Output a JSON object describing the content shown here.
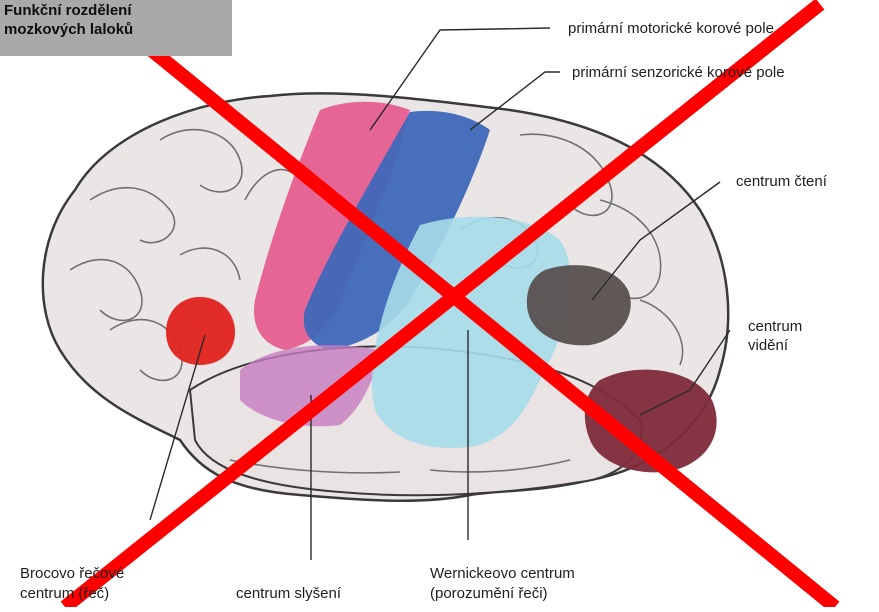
{
  "title": {
    "line1": "Funkční rozdělení",
    "line2": "mozkových laloků"
  },
  "labels": {
    "motor": "primární motorické korové pole",
    "sensory": "primární senzorické korové pole",
    "reading": "centrum čtení",
    "vision_line1": "centrum",
    "vision_line2": "vidění",
    "broca_line1": "Brocovo řečové",
    "broca_line2": "centrum (řeč)",
    "hearing": "centrum slyšení",
    "wernicke_line1": "Wernickeovo centrum",
    "wernicke_line2": "(porozumění řeči)"
  },
  "colors": {
    "cortex": "#ebe6e6",
    "outline": "#3a3a3a",
    "motor_area": "#e45a8e",
    "sensory_area": "#3f68b8",
    "reading_area": "#5b5352",
    "vision_area": "#7e2a3a",
    "broca_area": "#e2221c",
    "hearing_area": "#c57cc0",
    "wernicke_area": "#a6dbe8",
    "cross": "#ff0000",
    "title_bg": "#a9a9a9"
  },
  "icons": {
    "overlay": "red-x-cross"
  }
}
